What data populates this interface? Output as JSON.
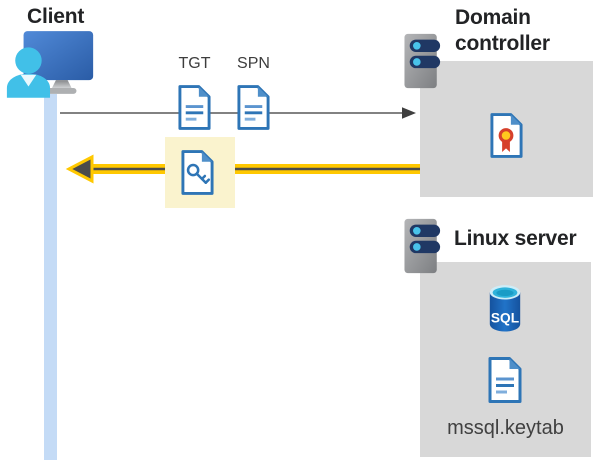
{
  "labels": {
    "client": "Client",
    "tgt": "TGT",
    "spn": "SPN",
    "domain_controller": "Domain controller",
    "linux_server": "Linux server",
    "keytab_file": "mssql.keytab",
    "sql": "SQL"
  },
  "icons": {
    "client": "user-at-computer-icon",
    "tgt_ticket": "document-icon",
    "spn_ticket": "document-icon",
    "service_ticket": "key-document-icon",
    "domain_controller": "server-icon",
    "certificate": "certificate-icon",
    "linux_server": "server-icon",
    "database": "sql-database-icon",
    "keytab": "document-icon"
  },
  "arrows": {
    "request": {
      "direction": "right",
      "style": "thin-gray"
    },
    "response": {
      "direction": "left",
      "style": "thick-yellow-highlight"
    }
  },
  "colors": {
    "doc_border_blue": "#2e75b6",
    "doc_fold_blue": "#4f8fc9",
    "doc_line_light_blue": "#7faedc",
    "highlight_yellow_bg": "#faf3ce",
    "arrow_yellow": "#ffc800",
    "arrow_dark": "#4b4b4b",
    "request_arrow_gray": "#595959",
    "container_gray": "#d8d8d8",
    "lifeline_blue": "#c4dbf6",
    "person_cyan": "#41c0e8",
    "monitor_blue": "#3a70bd",
    "server_navy": "#203864",
    "server_dot_cyan": "#49c3ea",
    "sql_blue": "#1c64b8",
    "sql_top_cyan": "#2fb3db",
    "cert_gold": "#ffc81e",
    "cert_red": "#d6402b"
  }
}
